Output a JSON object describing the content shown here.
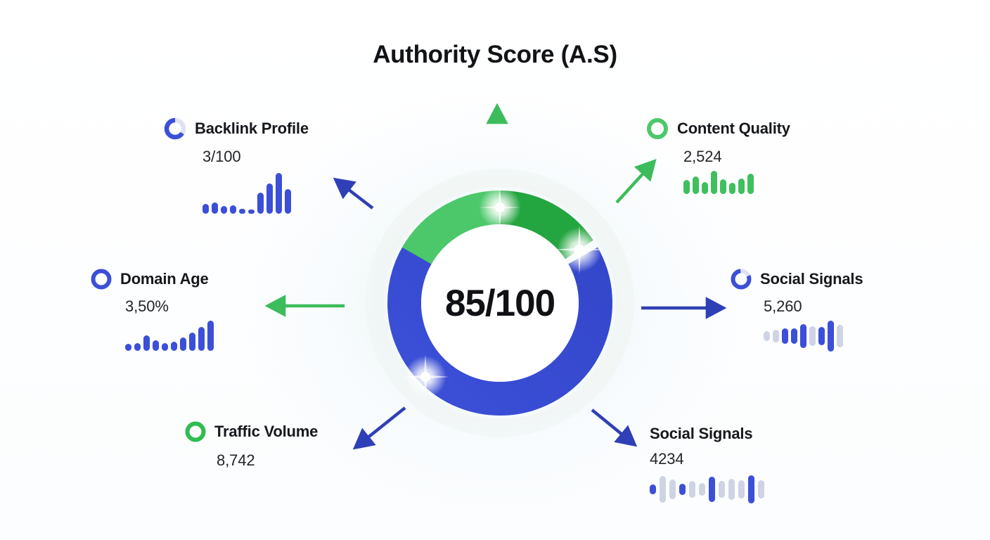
{
  "header": {
    "title": "Authority Score (A.S)"
  },
  "colors": {
    "blue": "#3b4fd8",
    "blue_dark": "#2f3fb5",
    "green": "#4cc86a",
    "green_dark": "#23a53f",
    "gray_bar": "#ced4e4",
    "text": "#17181c",
    "background": "#ffffff"
  },
  "center": {
    "score_label": "85/100"
  },
  "chart_data": {
    "type": "pie",
    "title": "Authority Score (A.S)",
    "center_label": "85/100",
    "score": 85,
    "max": 100,
    "grid": false,
    "legend_position": "around",
    "donut": {
      "inner_radius_ratio": 0.72,
      "segments": [
        {
          "name": "green-light",
          "color": "#4cc86a",
          "start_deg": 300,
          "end_deg": 360,
          "share": 16.7
        },
        {
          "name": "green-dark",
          "color": "#23a53f",
          "start_deg": 0,
          "end_deg": 56,
          "share": 15.6
        },
        {
          "name": "blue",
          "color": "#3b4fd8",
          "start_deg": 56,
          "end_deg": 300,
          "share": 67.7
        }
      ],
      "glow_points_deg": [
        0,
        56,
        215
      ]
    },
    "metrics": [
      {
        "id": "backlink-profile",
        "label": "Backlink Profile",
        "value": "3/100",
        "ring": {
          "color": "#3b4fd8",
          "track": "#dfe3f0",
          "filled_share": 0.68
        },
        "spark": {
          "color": "#3b4fd8",
          "values": [
            22,
            26,
            18,
            20,
            12,
            9,
            48,
            70,
            94,
            56
          ]
        }
      },
      {
        "id": "content-quality",
        "label": "Content Quality",
        "value": "2,524",
        "ring": {
          "color": "#4cc86a",
          "track": "#4cc86a",
          "filled_share": 1.0
        },
        "spark": {
          "color": "#3fbf5d",
          "values": [
            58,
            74,
            50,
            96,
            62,
            46,
            66,
            86
          ]
        }
      },
      {
        "id": "domain-age",
        "label": "Domain Age",
        "value": "3,50%",
        "ring": {
          "color": "#3b4fd8",
          "track": "#3b4fd8",
          "filled_share": 1.0
        },
        "spark": {
          "color": "#3b4fd8",
          "values": [
            22,
            26,
            50,
            34,
            24,
            30,
            44,
            58,
            78,
            98
          ]
        }
      },
      {
        "id": "social-signals-right",
        "label": "Social Signals",
        "value": "5,260",
        "ring": {
          "color": "#3b4fd8",
          "track": "#dfe3f0",
          "filled_share": 0.8
        },
        "spark": {
          "colors": [
            "#ced4e4",
            "#ced4e4",
            "#3b4fd8",
            "#3b4fd8",
            "#3b4fd8",
            "#ced4e4",
            "#3b4fd8",
            "#3b4fd8",
            "#ced4e4"
          ],
          "values": [
            30,
            40,
            46,
            48,
            72,
            60,
            56,
            96,
            70
          ]
        }
      },
      {
        "id": "traffic-volume",
        "label": "Traffic Volume",
        "value": "8,742",
        "ring": {
          "color": "#2ebd51",
          "track": "#2ebd51",
          "filled_share": 1.0
        },
        "spark": null
      },
      {
        "id": "social-signals-bottom",
        "label": "Social Signals",
        "value": "4234",
        "ring": null,
        "spark": {
          "colors": [
            "#3b4fd8",
            "#ced4e4",
            "#ced4e4",
            "#3b4fd8",
            "#ced4e4",
            "#ced4e4",
            "#3b4fd8",
            "#ced4e4",
            "#ced4e4",
            "#ced4e4",
            "#3b4fd8",
            "#ced4e4"
          ],
          "values": [
            30,
            86,
            62,
            36,
            54,
            40,
            84,
            56,
            70,
            58,
            90,
            60
          ]
        }
      }
    ],
    "arrows": [
      {
        "name": "arrow-up",
        "color": "#4cc86a",
        "direction": "up"
      },
      {
        "name": "arrow-up-left",
        "color": "#3b4fd8",
        "direction": "up-left"
      },
      {
        "name": "arrow-up-right",
        "color": "#4cc86a",
        "direction": "up-right"
      },
      {
        "name": "arrow-left",
        "color": "#4cc86a",
        "direction": "left"
      },
      {
        "name": "arrow-right",
        "color": "#3b4fd8",
        "direction": "right"
      },
      {
        "name": "arrow-down-left",
        "color": "#3b4fd8",
        "direction": "down-left"
      },
      {
        "name": "arrow-down-right",
        "color": "#3b4fd8",
        "direction": "down-right"
      }
    ]
  }
}
